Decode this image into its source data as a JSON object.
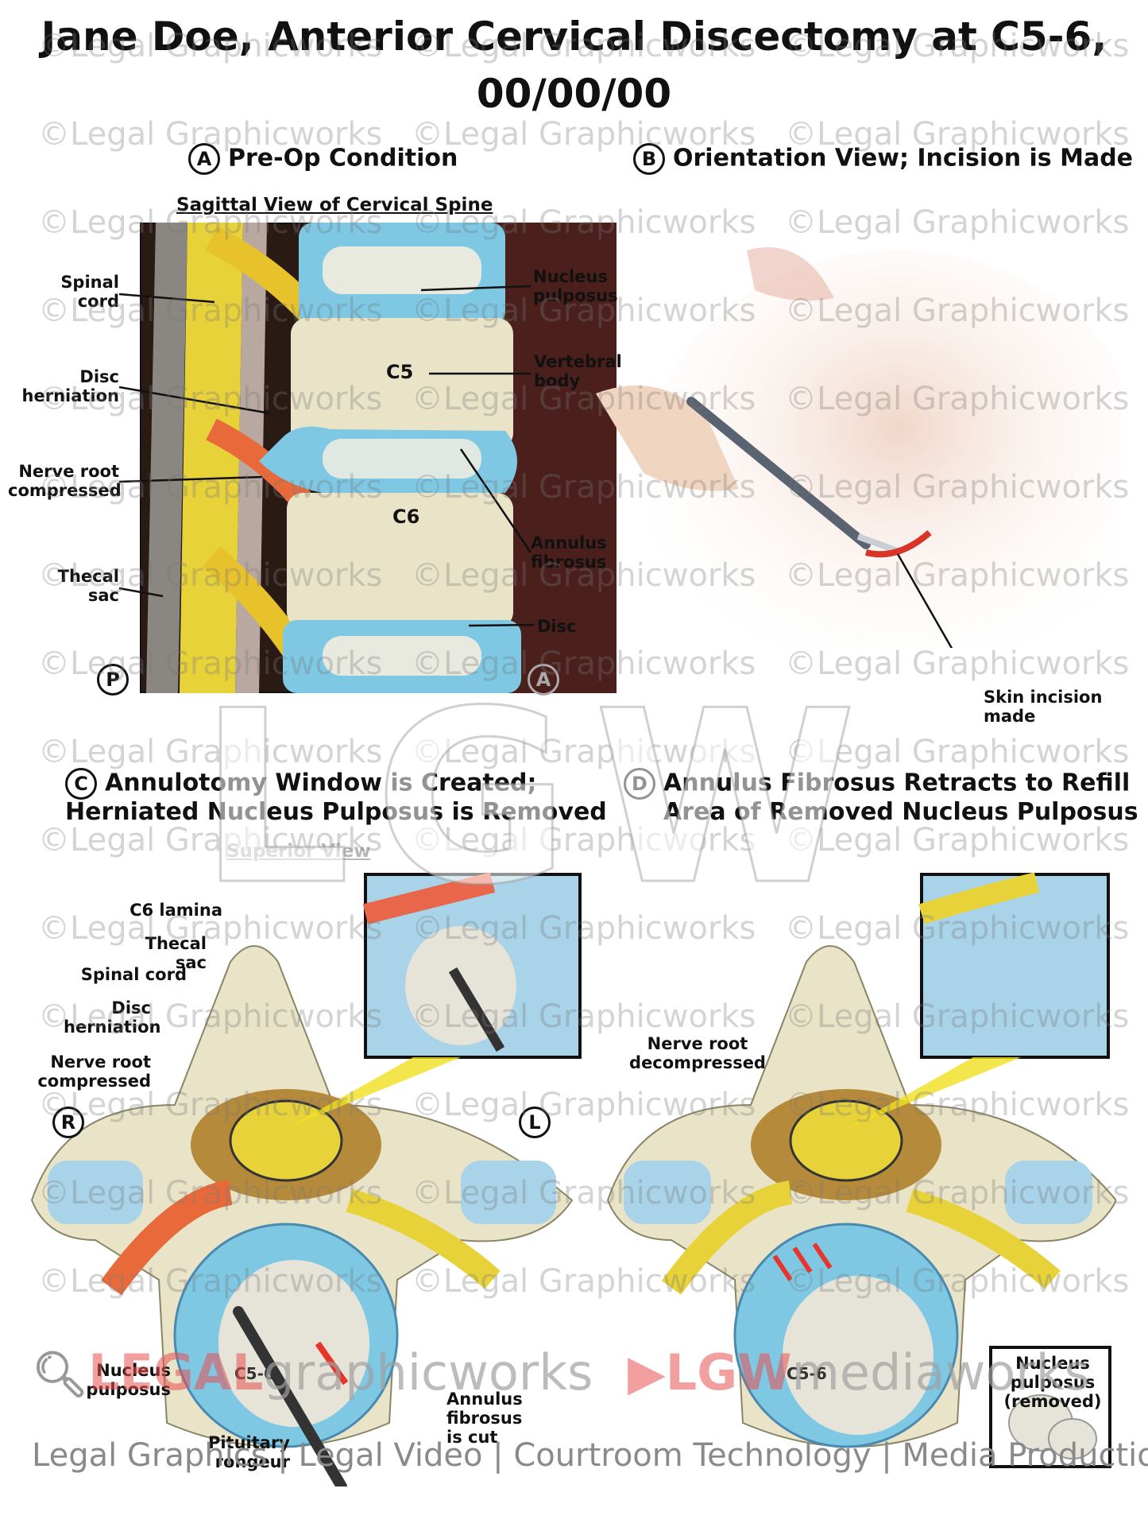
{
  "title": {
    "line1": "Jane Doe, Anterior Cervical Discectomy at C5-6,",
    "line2": "00/00/00"
  },
  "panels": {
    "a": {
      "letter": "A",
      "heading": "Pre-Op Condition",
      "subtitle": "Sagittal View of Cervical Spine",
      "labels": {
        "spinal_cord": "Spinal\ncord",
        "disc_herniation": "Disc\nherniation",
        "nerve_root": "Nerve root\ncompressed",
        "thecal_sac": "Thecal\nsac",
        "nucleus_pulposus": "Nucleus\npulposus",
        "vertebral_body": "Vertebral\nbody",
        "annulus_fibrosus": "Annulus\nfibrosus",
        "disc": "Disc",
        "c5": "C5",
        "c6": "C6"
      },
      "orient_p": "P",
      "orient_a": "A"
    },
    "b": {
      "letter": "B",
      "heading": "Orientation View; Incision is Made",
      "labels": {
        "skin_incision": "Skin incision\nmade"
      }
    },
    "c": {
      "letter": "C",
      "heading_line1": "Annulotomy Window is Created;",
      "heading_line2": "Herniated Nucleus Pulposus is Removed",
      "subtitle": "Superior View",
      "labels": {
        "c6_lamina": "C6 lamina",
        "thecal_sac": "Thecal sac",
        "spinal_cord": "Spinal cord",
        "disc_herniation": "Disc\nherniation",
        "nerve_root": "Nerve root\ncompressed",
        "nucleus_pulposus": "Nucleus\npulposus",
        "annulus_cut": "Annulus\nfibrosus\nis cut",
        "rongeur": "Pituitary\nrongeur",
        "c56": "C5-6"
      },
      "orient_r": "R",
      "orient_l": "L"
    },
    "d": {
      "letter": "D",
      "heading_line1": "Annulus Fibrosus Retracts to Refill",
      "heading_line2": "Area of Removed Nucleus Pulposus",
      "labels": {
        "nerve_root": "Nerve root\ndecompressed",
        "removed": "Nucleus\npulposus\n(removed)",
        "c56": "C5-6"
      }
    }
  },
  "watermark": {
    "text": "©Legal Graphicworks",
    "big": "LGW"
  },
  "logos": {
    "left_legal": "LEGAL",
    "left_rest": "graphicworks",
    "right_lgw": "LGW",
    "right_rest": "mediaworks"
  },
  "footer": "Legal Graphics | Legal Video | Courtroom Technology | Media Production",
  "colors": {
    "cord": "#e8d23a",
    "disc_blue": "#7ec8e3",
    "nerve_red": "#e8664a",
    "bone": "#e9e3c8",
    "dark_bg": "#2a1a14"
  }
}
